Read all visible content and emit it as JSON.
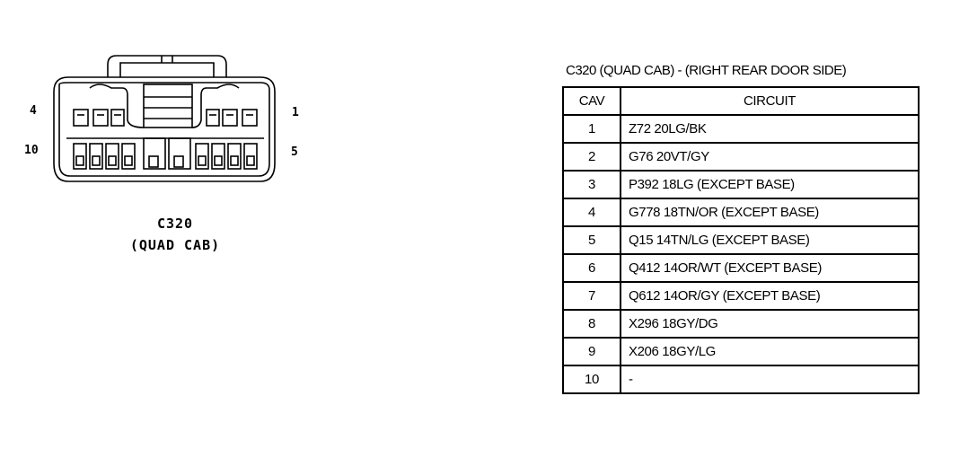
{
  "connector": {
    "pin_labels": {
      "top_left": "4",
      "bottom_left": "10",
      "top_right": "1",
      "bottom_right": "5"
    },
    "caption_line1": "C320",
    "caption_line2": "(QUAD CAB)"
  },
  "table": {
    "title": "C320 (QUAD CAB) - (RIGHT REAR DOOR SIDE)",
    "headers": {
      "cav": "CAV",
      "circuit": "CIRCUIT"
    },
    "rows": [
      {
        "cav": "1",
        "circuit": "Z72 20LG/BK"
      },
      {
        "cav": "2",
        "circuit": "G76 20VT/GY"
      },
      {
        "cav": "3",
        "circuit": "P392 18LG (EXCEPT BASE)"
      },
      {
        "cav": "4",
        "circuit": "G778 18TN/OR (EXCEPT BASE)"
      },
      {
        "cav": "5",
        "circuit": "Q15 14TN/LG (EXCEPT BASE)"
      },
      {
        "cav": "6",
        "circuit": "Q412 14OR/WT (EXCEPT BASE)"
      },
      {
        "cav": "7",
        "circuit": "Q612 14OR/GY (EXCEPT BASE)"
      },
      {
        "cav": "8",
        "circuit": "X296 18GY/DG"
      },
      {
        "cav": "9",
        "circuit": "X206 18GY/LG"
      },
      {
        "cav": "10",
        "circuit": "-"
      }
    ]
  }
}
